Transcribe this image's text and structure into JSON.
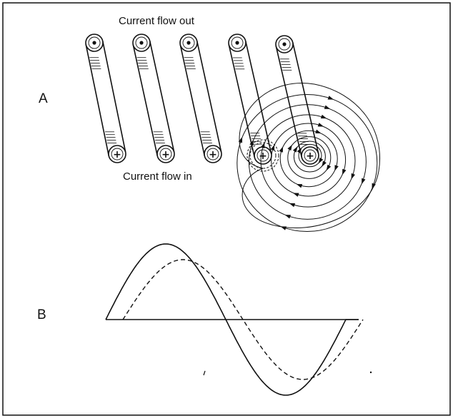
{
  "labels": {
    "current_out": "Current flow out",
    "current_in": "Current flow in",
    "panel_a": "A",
    "panel_b": "B"
  },
  "symbols": {
    "dot": "•",
    "plus": "+"
  },
  "icons": {
    "conductor_top": "dot-in-circle-icon",
    "conductor_bottom": "plus-in-circle-icon"
  },
  "colors": {
    "ink": "#111111",
    "paper": "#ffffff"
  }
}
